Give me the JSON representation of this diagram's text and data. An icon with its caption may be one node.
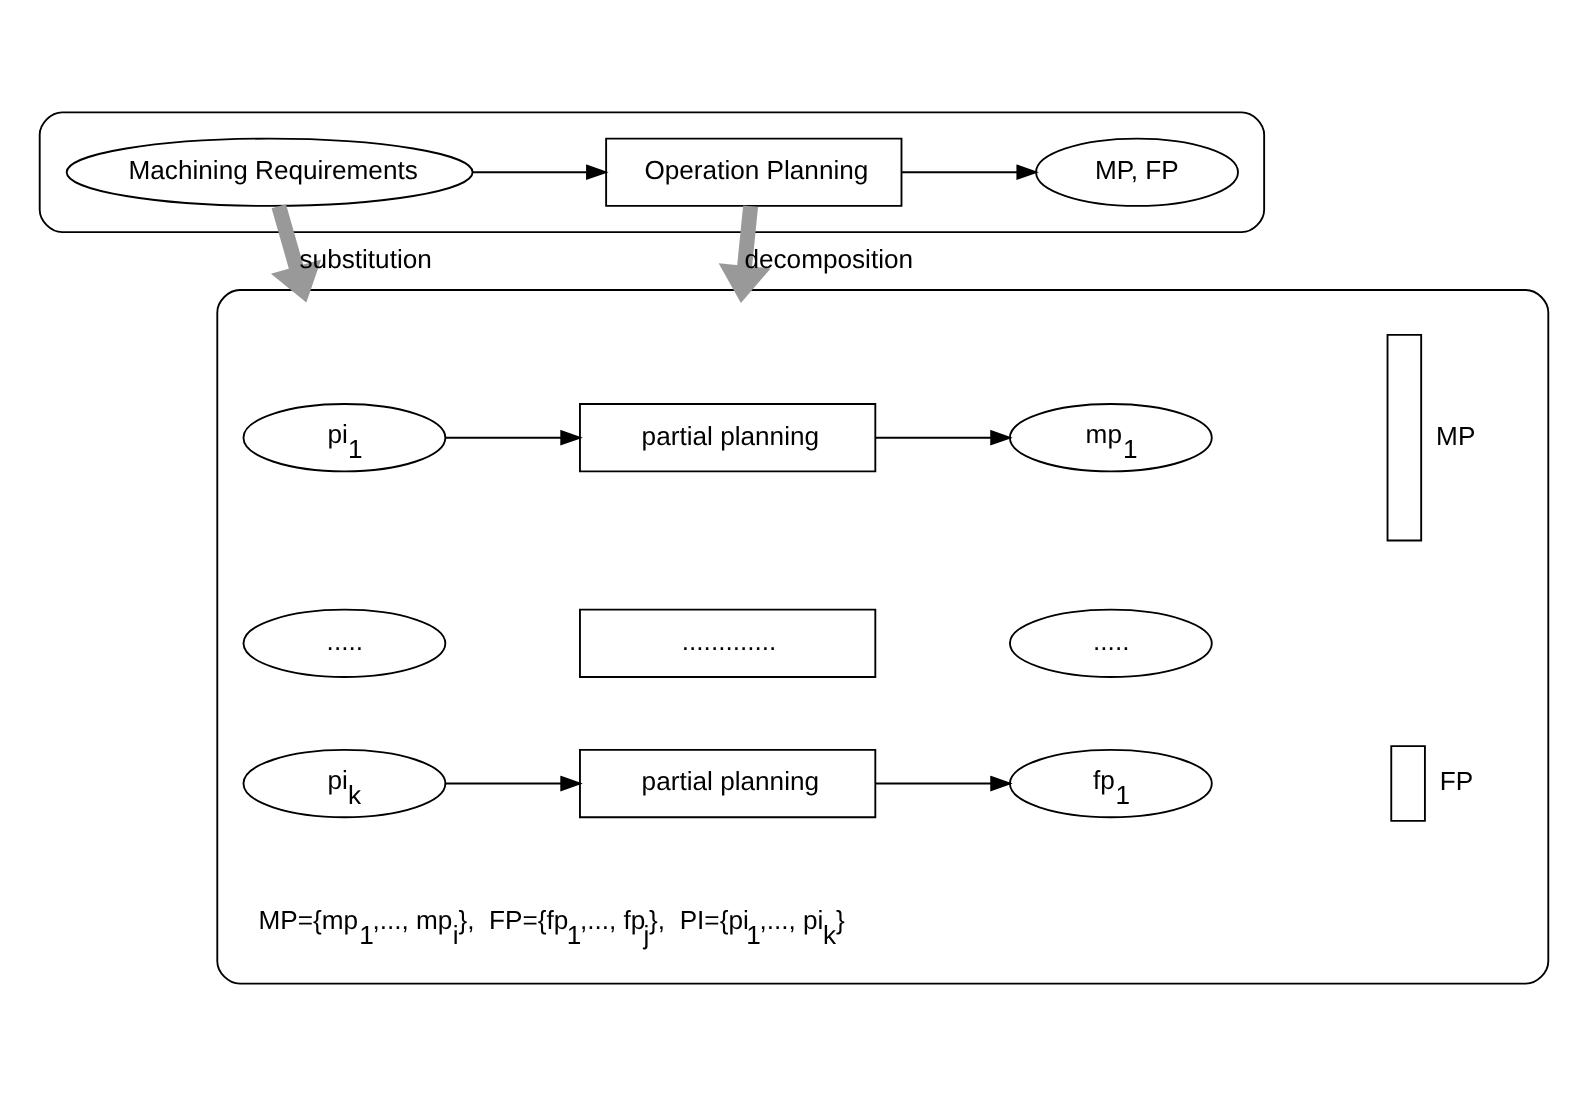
{
  "diagram": {
    "nodes": [
      {
        "text": [],
        "shape": "box"
      },
      {
        "text": [
          "Machining Requirements"
        ],
        "in": 0
      },
      {
        "text": [
          "Operation Planning"
        ],
        "in": 0
      },
      {
        "text": [
          "MP, FP"
        ],
        "in": 0
      },
      {
        "text": [],
        "shape": "box"
      },
      {
        "text": [
          "pi$_{1}$"
        ],
        "in": 4
      },
      {
        "text": [
          "partial planning"
        ],
        "in": 4
      },
      {
        "text": [
          "mp$_{1}$"
        ],
        "in": 4
      },
      {
        "text": [
          "....."
        ],
        "in": 4
      },
      {
        "text": [
          "............."
        ],
        "in": 4
      },
      {
        "text": [
          "....."
        ],
        "in": 4
      },
      {
        "text": [
          "pi$_{k}$"
        ],
        "in": 4
      },
      {
        "text": [
          "partial planning"
        ],
        "in": 4
      },
      {
        "text": [
          "fp$_{1}$"
        ],
        "in": 4
      },
      {
        "text": [],
        "shape": "bar",
        "beside": [
          "MP"
        ],
        "in": 4
      },
      {
        "text": [],
        "shape": "bar",
        "beside": [
          "FP"
        ],
        "in": 4
      }
    ],
    "edges": [
      {
        "from": 1,
        "to": 2,
        "arrow": "to"
      },
      {
        "from": 2,
        "to": 3,
        "arrow": "to"
      },
      {
        "from": 1,
        "to": 4,
        "arrow": "to",
        "label": "substitution",
        "style": "thick",
        "color": "#999999"
      },
      {
        "from": 2,
        "to": 4,
        "arrow": "to",
        "label": "decomposition",
        "style": "thick",
        "color": "#999999"
      },
      {
        "from": 5,
        "to": 6,
        "arrow": "to"
      },
      {
        "from": 6,
        "to": 7,
        "arrow": "to"
      },
      {
        "from": 11,
        "to": 12,
        "arrow": "to"
      },
      {
        "from": 12,
        "to": 13,
        "arrow": "to"
      }
    ],
    "labels": [
      "MP={mp$_{1}$,..., mp$_{i}$},  FP={fp$_{1}$,..., fp$_{j}$},  PI={pi$_{1}$,..., pi$_{k}$}"
    ]
  }
}
